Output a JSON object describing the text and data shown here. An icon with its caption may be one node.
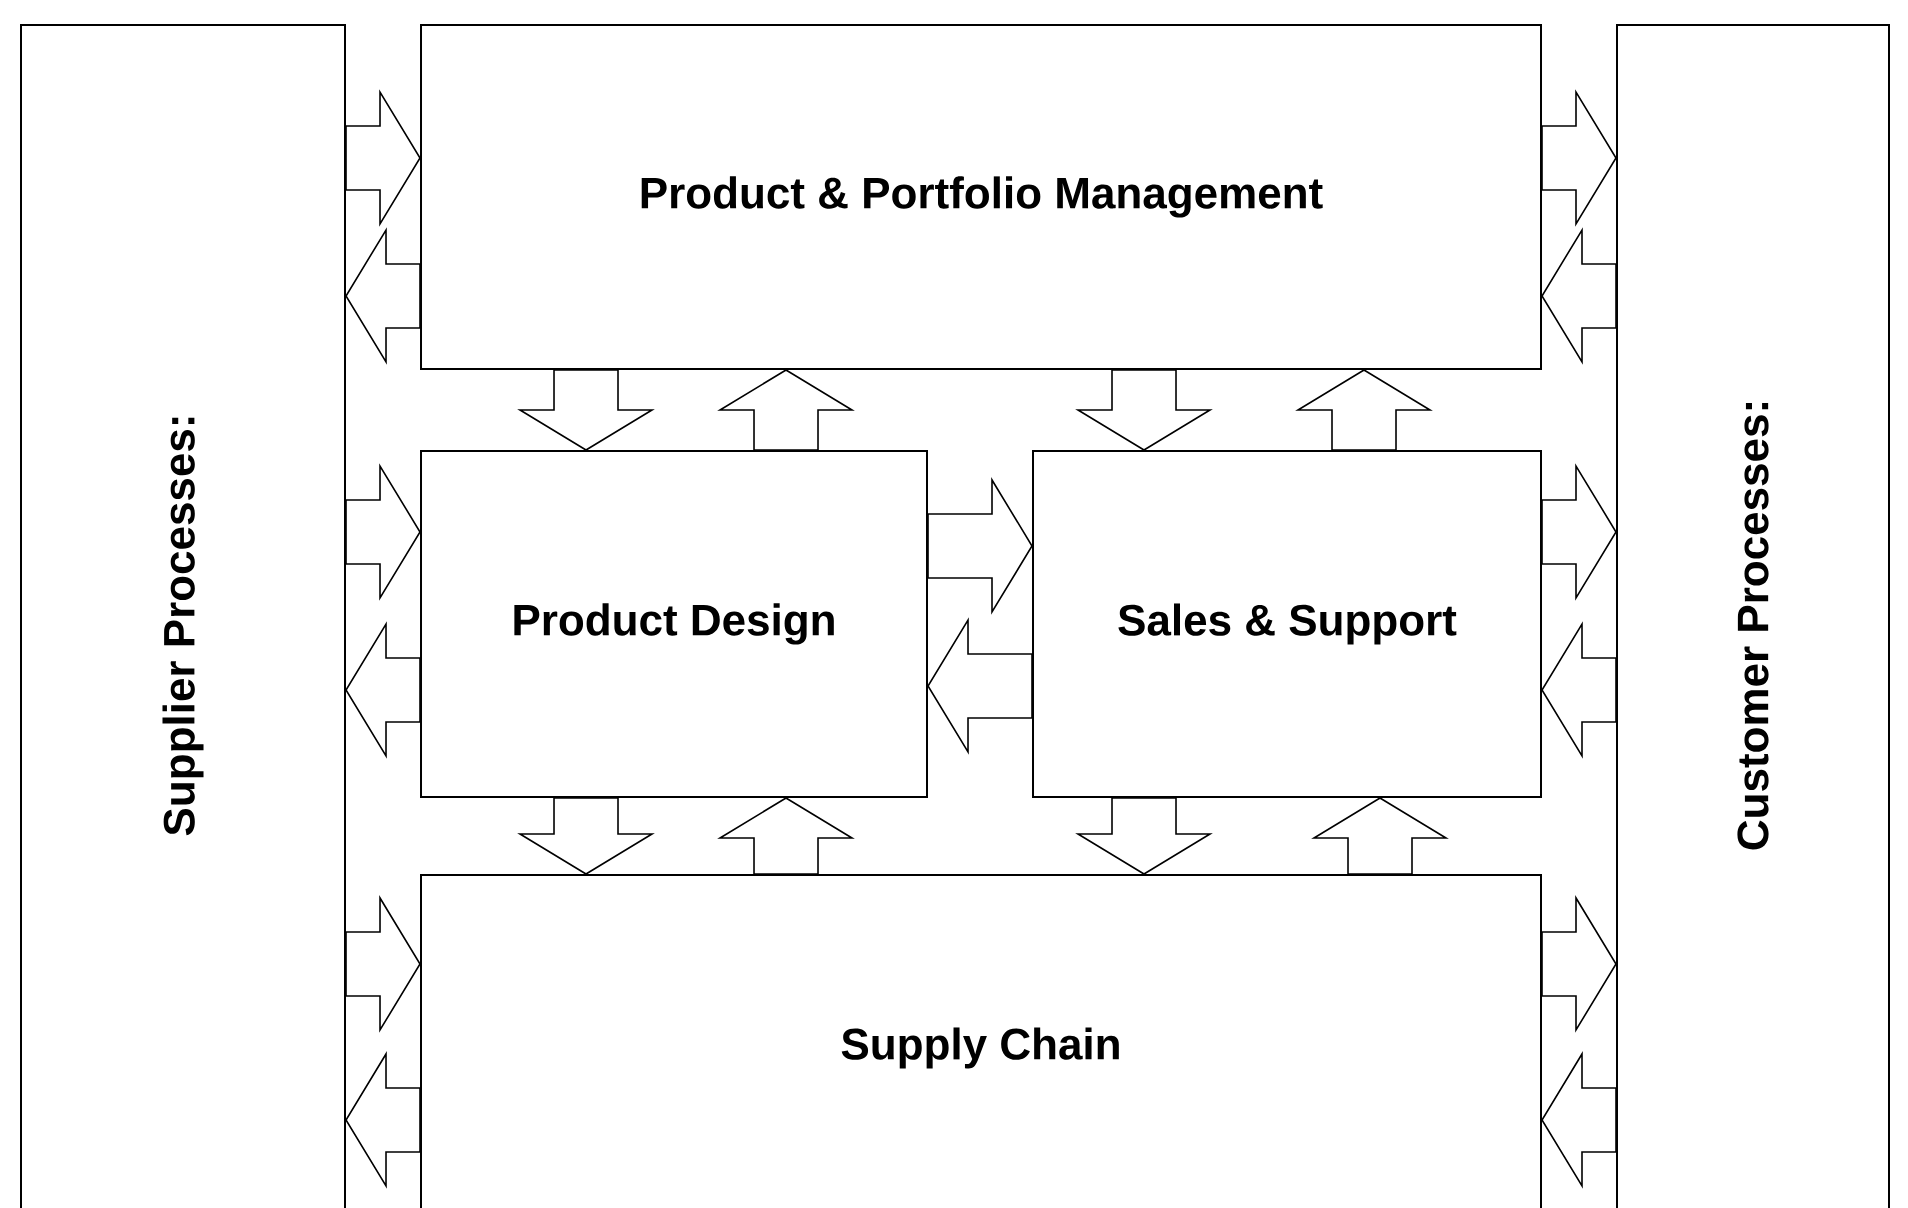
{
  "diagram": {
    "nodes": [
      {
        "text": [
          "Supplier Processes:"
        ]
      },
      {
        "text": [
          "Product & Portfolio Management"
        ]
      },
      {
        "text": [
          "Product Design"
        ]
      },
      {
        "text": [
          "Sales & Support"
        ]
      },
      {
        "text": [
          "Supply Chain"
        ]
      },
      {
        "text": [
          "Customer Processes:"
        ]
      }
    ],
    "edges": [
      {
        "from": 0,
        "to": 1,
        "arrow": "to"
      },
      {
        "from": 1,
        "to": 0,
        "arrow": "to"
      },
      {
        "from": 0,
        "to": 2,
        "arrow": "to"
      },
      {
        "from": 2,
        "to": 0,
        "arrow": "to"
      },
      {
        "from": 0,
        "to": 4,
        "arrow": "to"
      },
      {
        "from": 4,
        "to": 0,
        "arrow": "to"
      },
      {
        "from": 1,
        "to": 5,
        "arrow": "to"
      },
      {
        "from": 5,
        "to": 1,
        "arrow": "to"
      },
      {
        "from": 3,
        "to": 5,
        "arrow": "to"
      },
      {
        "from": 5,
        "to": 3,
        "arrow": "to"
      },
      {
        "from": 4,
        "to": 5,
        "arrow": "to"
      },
      {
        "from": 5,
        "to": 4,
        "arrow": "to"
      },
      {
        "from": 1,
        "to": 2,
        "arrow": "to"
      },
      {
        "from": 2,
        "to": 1,
        "arrow": "to"
      },
      {
        "from": 1,
        "to": 3,
        "arrow": "to"
      },
      {
        "from": 3,
        "to": 1,
        "arrow": "to"
      },
      {
        "from": 2,
        "to": 4,
        "arrow": "to"
      },
      {
        "from": 4,
        "to": 2,
        "arrow": "to"
      },
      {
        "from": 3,
        "to": 4,
        "arrow": "to"
      },
      {
        "from": 4,
        "to": 3,
        "arrow": "to"
      },
      {
        "from": 2,
        "to": 3,
        "arrow": "to"
      },
      {
        "from": 3,
        "to": 2,
        "arrow": "to"
      }
    ]
  }
}
